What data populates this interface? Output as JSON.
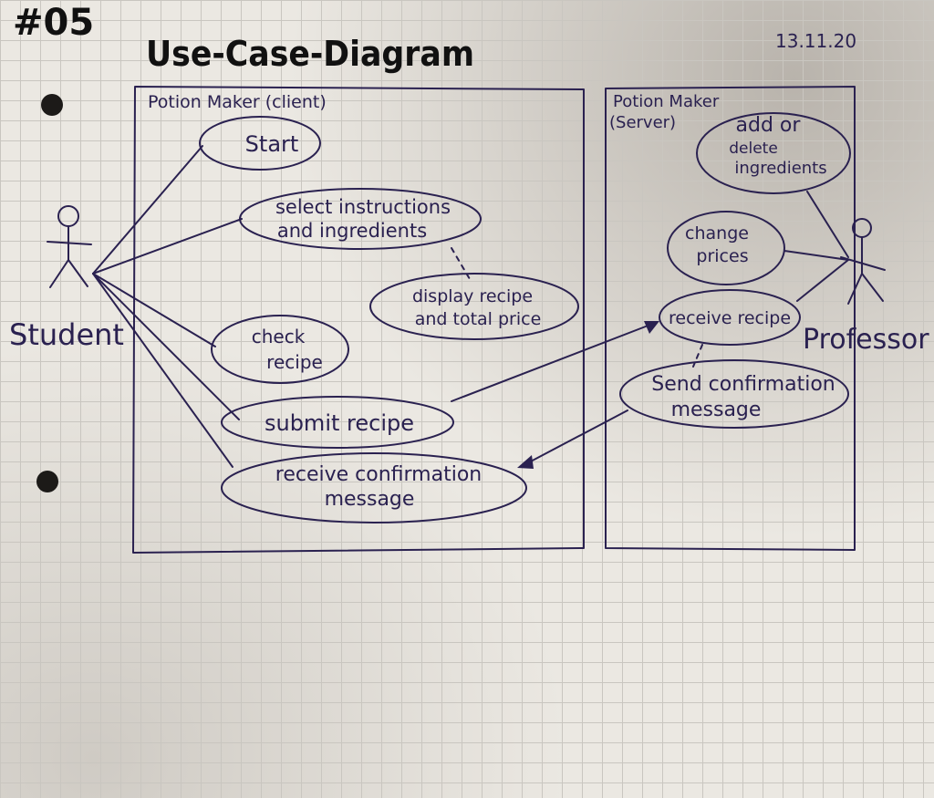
{
  "header": {
    "number": "#05",
    "title": "Use-Case-Diagram",
    "date": "13.11.20"
  },
  "systems": {
    "client": {
      "label": "Potion Maker (client)"
    },
    "server": {
      "label_line1": "Potion Maker",
      "label_line2": "(Server)"
    }
  },
  "actors": {
    "student": {
      "label": "Student"
    },
    "professor": {
      "label": "Professor"
    }
  },
  "use_cases": {
    "start": {
      "lines": [
        "Start"
      ]
    },
    "select": {
      "lines": [
        "select instructions",
        "and ingredients"
      ]
    },
    "display": {
      "lines": [
        "display recipe",
        "and total price"
      ]
    },
    "check": {
      "lines": [
        "check",
        "recipe"
      ]
    },
    "submit": {
      "lines": [
        "submit recipe"
      ]
    },
    "receive_confirmation": {
      "lines": [
        "receive confirmation",
        "message"
      ]
    },
    "add_delete": {
      "lines": [
        "add or",
        "delete",
        "ingredients"
      ]
    },
    "change_prices": {
      "lines": [
        "change",
        "prices"
      ]
    },
    "receive_recipe": {
      "lines": [
        "receive recipe"
      ]
    },
    "send_confirmation": {
      "lines": [
        "Send confirmation",
        "message"
      ]
    }
  },
  "colors": {
    "ink": "#2a2150",
    "grid": "#c9c6c0",
    "paper": "#ebe8e2",
    "heading": "#111111"
  }
}
